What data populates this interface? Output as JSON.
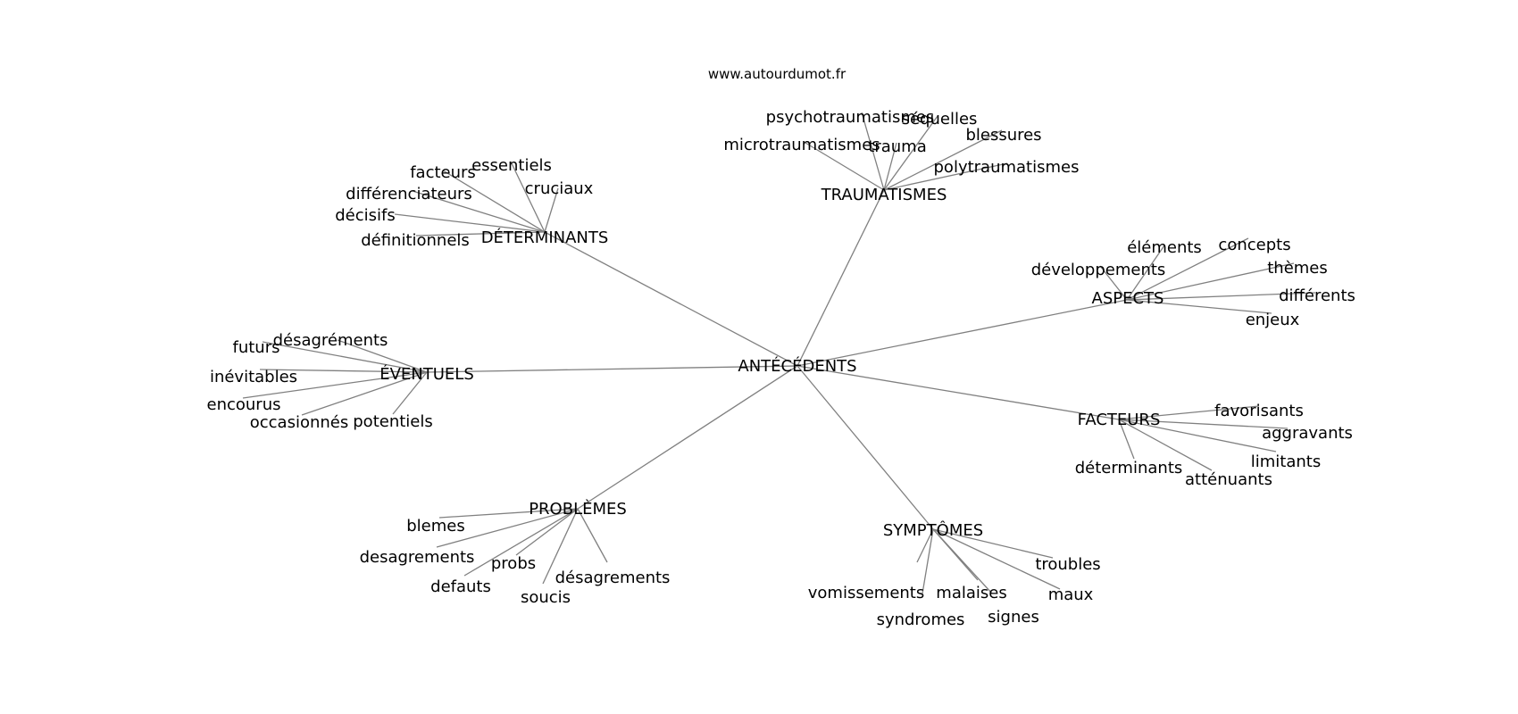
{
  "source_label": "www.autourdumot.fr",
  "colors": {
    "edge": "#808080",
    "text": "#000000",
    "background": "#ffffff"
  },
  "center": {
    "label": "ANTÉCÉDENTS"
  },
  "groups": [
    {
      "id": "traumatismes",
      "label": "TRAUMATISMES",
      "leaves": [
        "psychotraumatismes",
        "séquelles",
        "blessures",
        "microtraumatismes",
        "trauma",
        "polytraumatismes"
      ]
    },
    {
      "id": "determinants",
      "label": "DÉTERMINANTS",
      "leaves": [
        "facteurs",
        "essentiels",
        "cruciaux",
        "différenciateurs",
        "décisifs",
        "définitionnels"
      ]
    },
    {
      "id": "aspects",
      "label": "ASPECTS",
      "leaves": [
        "éléments",
        "concepts",
        "développements",
        "thèmes",
        "différents",
        "enjeux"
      ]
    },
    {
      "id": "eventuels",
      "label": "ÉVENTUELS",
      "leaves": [
        "désagréments",
        "futurs",
        "inévitables",
        "encourus",
        "occasionnés",
        "potentiels"
      ]
    },
    {
      "id": "facteurs",
      "label": "FACTEURS",
      "leaves": [
        "favorisants",
        "aggravants",
        "limitants",
        "déterminants",
        "atténuants"
      ]
    },
    {
      "id": "problemes",
      "label": "PROBLÈMES",
      "leaves": [
        "blemes",
        "desagrements",
        "probs",
        "désagrements",
        "defauts",
        "soucis"
      ]
    },
    {
      "id": "symptomes",
      "label": "SYMPTÔMES",
      "leaves": [
        "troubles",
        "vomissements",
        "malaises",
        "maux",
        "syndromes",
        "signes"
      ]
    }
  ]
}
